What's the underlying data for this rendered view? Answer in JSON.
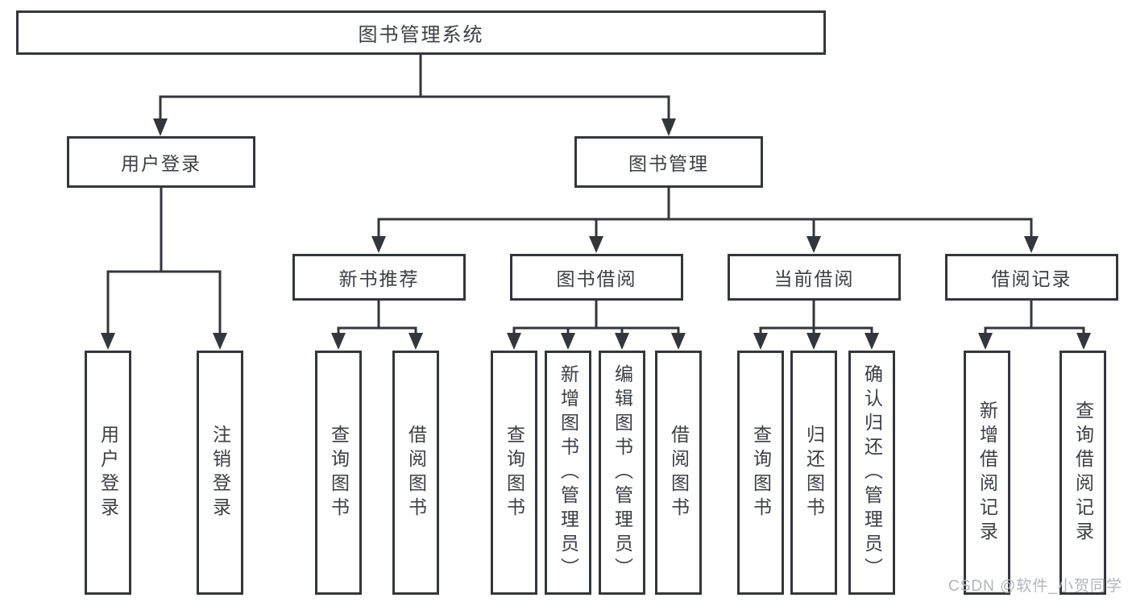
{
  "diagram": {
    "root": {
      "label": "图书管理系统"
    },
    "level2": [
      {
        "label": "用户登录"
      },
      {
        "label": "图书管理"
      }
    ],
    "level3": [
      {
        "label": "新书推荐"
      },
      {
        "label": "图书借阅"
      },
      {
        "label": "当前借阅"
      },
      {
        "label": "借阅记录"
      }
    ],
    "leaves": {
      "user_login": [
        "用户登录",
        "注销登录"
      ],
      "new_book": [
        "查询图书",
        "借阅图书"
      ],
      "book_borrow": [
        "查询图书",
        "新增图书（管理员）",
        "编辑图书（管理员）",
        "借阅图书"
      ],
      "current_borrow": [
        "查询图书",
        "归还图书",
        "确认归还（管理员）"
      ],
      "borrow_record": [
        "新增借阅记录",
        "查询借阅记录"
      ]
    },
    "watermark": "CSDN @软件_小贺同学",
    "colors": {
      "line": "#33363b",
      "box_border": "#33363b",
      "text": "#3b3e44",
      "watermark": "#b2b5bd",
      "background": "#ffffff"
    }
  }
}
